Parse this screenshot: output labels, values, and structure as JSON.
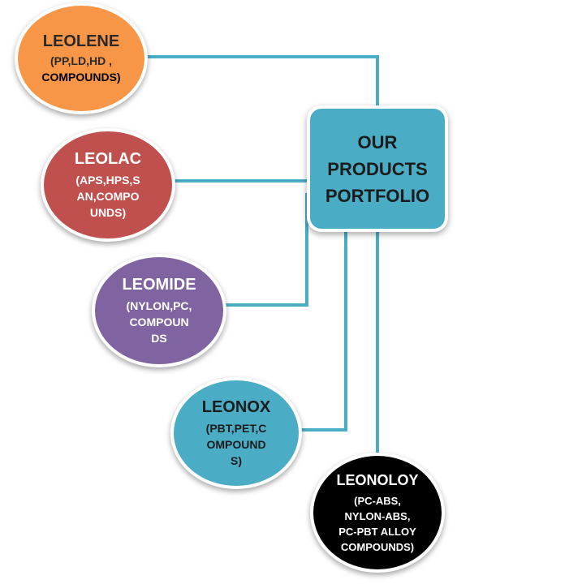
{
  "center": {
    "title": "OUR\nPRODUCTS\nPORTFOLIO",
    "color": "#4bacc6"
  },
  "nodes": [
    {
      "id": "leolene",
      "title": "LEOLENE",
      "sub_lines": [
        "(PP,LD,HD ,",
        "COMPOUNDS)"
      ],
      "color": "#f79646"
    },
    {
      "id": "leolac",
      "title": "LEOLAC",
      "sub_lines": [
        "(APS,HPS,S",
        "AN,COMPO",
        "UNDS)"
      ],
      "color": "#c0504d"
    },
    {
      "id": "leomide",
      "title": "LEOMIDE",
      "sub_lines": [
        "(NYLON,PC,",
        "COMPOUN",
        "DS"
      ],
      "color": "#8064a2"
    },
    {
      "id": "leonox",
      "title": "LEONOX",
      "sub_lines": [
        "(PBT,PET,C",
        "OMPOUND",
        "S)"
      ],
      "color": "#4bacc6"
    },
    {
      "id": "leonoloy",
      "title": "LEONOLOY",
      "sub_lines": [
        "(PC-ABS,",
        "NYLON-ABS,",
        "PC-PBT ALLOY",
        "COMPOUNDS)"
      ],
      "color": "#000000"
    }
  ],
  "connector_color": "#4bacc6"
}
